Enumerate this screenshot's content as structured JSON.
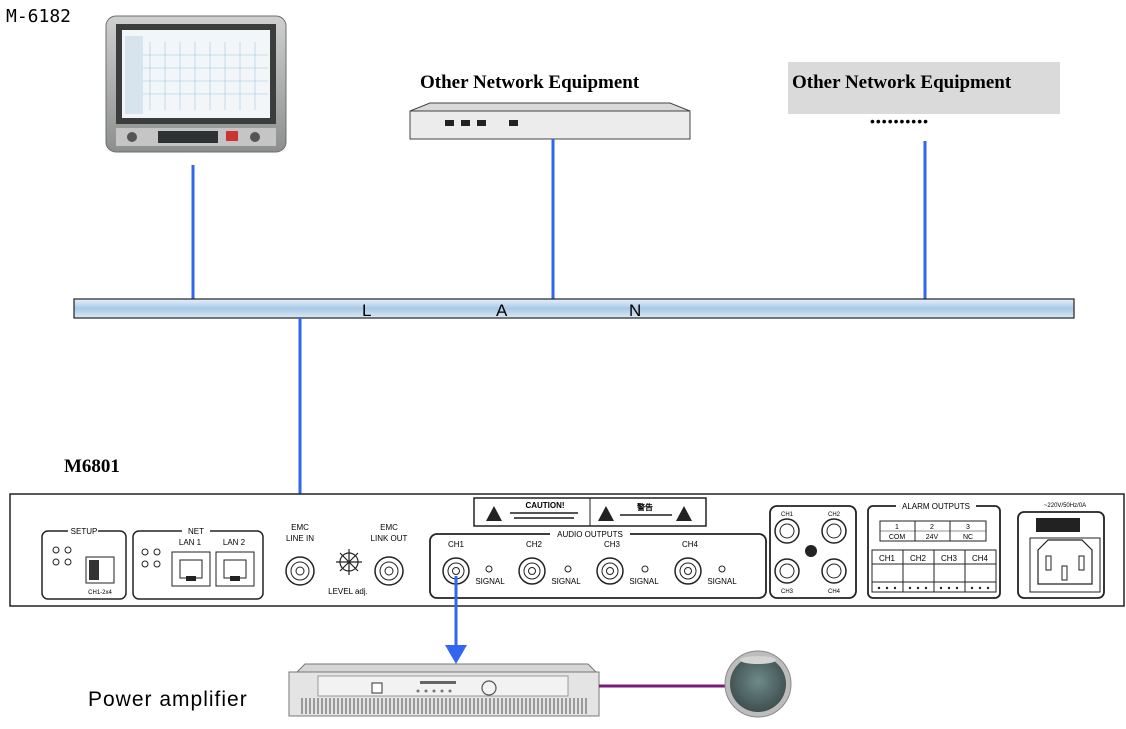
{
  "devices": {
    "m6182": {
      "label": "M-6182"
    },
    "net_equipment_1": {
      "label": "Other Network Equipment"
    },
    "net_equipment_2": {
      "label": "Other Network Equipment",
      "dots": "••••••••••"
    },
    "m6801": {
      "label": "M6801"
    },
    "power_amplifier": {
      "label": "Power amplifier"
    }
  },
  "lan": {
    "letters": [
      "L",
      "A",
      "N"
    ]
  },
  "panel": {
    "setup": {
      "title": "SETUP",
      "switch_label": "CH1-2x4"
    },
    "net": {
      "title": "NET",
      "ports": [
        "LAN 1",
        "LAN 2"
      ]
    },
    "emc": {
      "line_in": [
        "EMC",
        "LINE IN"
      ],
      "link_out": [
        "EMC",
        "LINK OUT"
      ],
      "level_label": "LEVEL  adj."
    },
    "caution": {
      "title": "CAUTION!",
      "cn_title": "警告"
    },
    "audio": {
      "title": "AUDIO OUTPUTS",
      "channels": [
        "CH1",
        "CH2",
        "CH3",
        "CH4"
      ],
      "signal_label": "SIGNAL"
    },
    "right_jacks": [
      "CH1",
      "CH2",
      "CH3",
      "CH4"
    ],
    "alarm": {
      "title": "ALARM OUTPUTS",
      "nums": [
        "1",
        "2",
        "3"
      ],
      "terms": [
        "COM",
        "24V",
        "NC"
      ],
      "channels": [
        "CH1",
        "CH2",
        "CH3",
        "CH4"
      ]
    },
    "power_label": "~220V/50Hz/0A"
  },
  "colors": {
    "link": "#3366ee",
    "speaker_link": "#7a1a7a"
  }
}
